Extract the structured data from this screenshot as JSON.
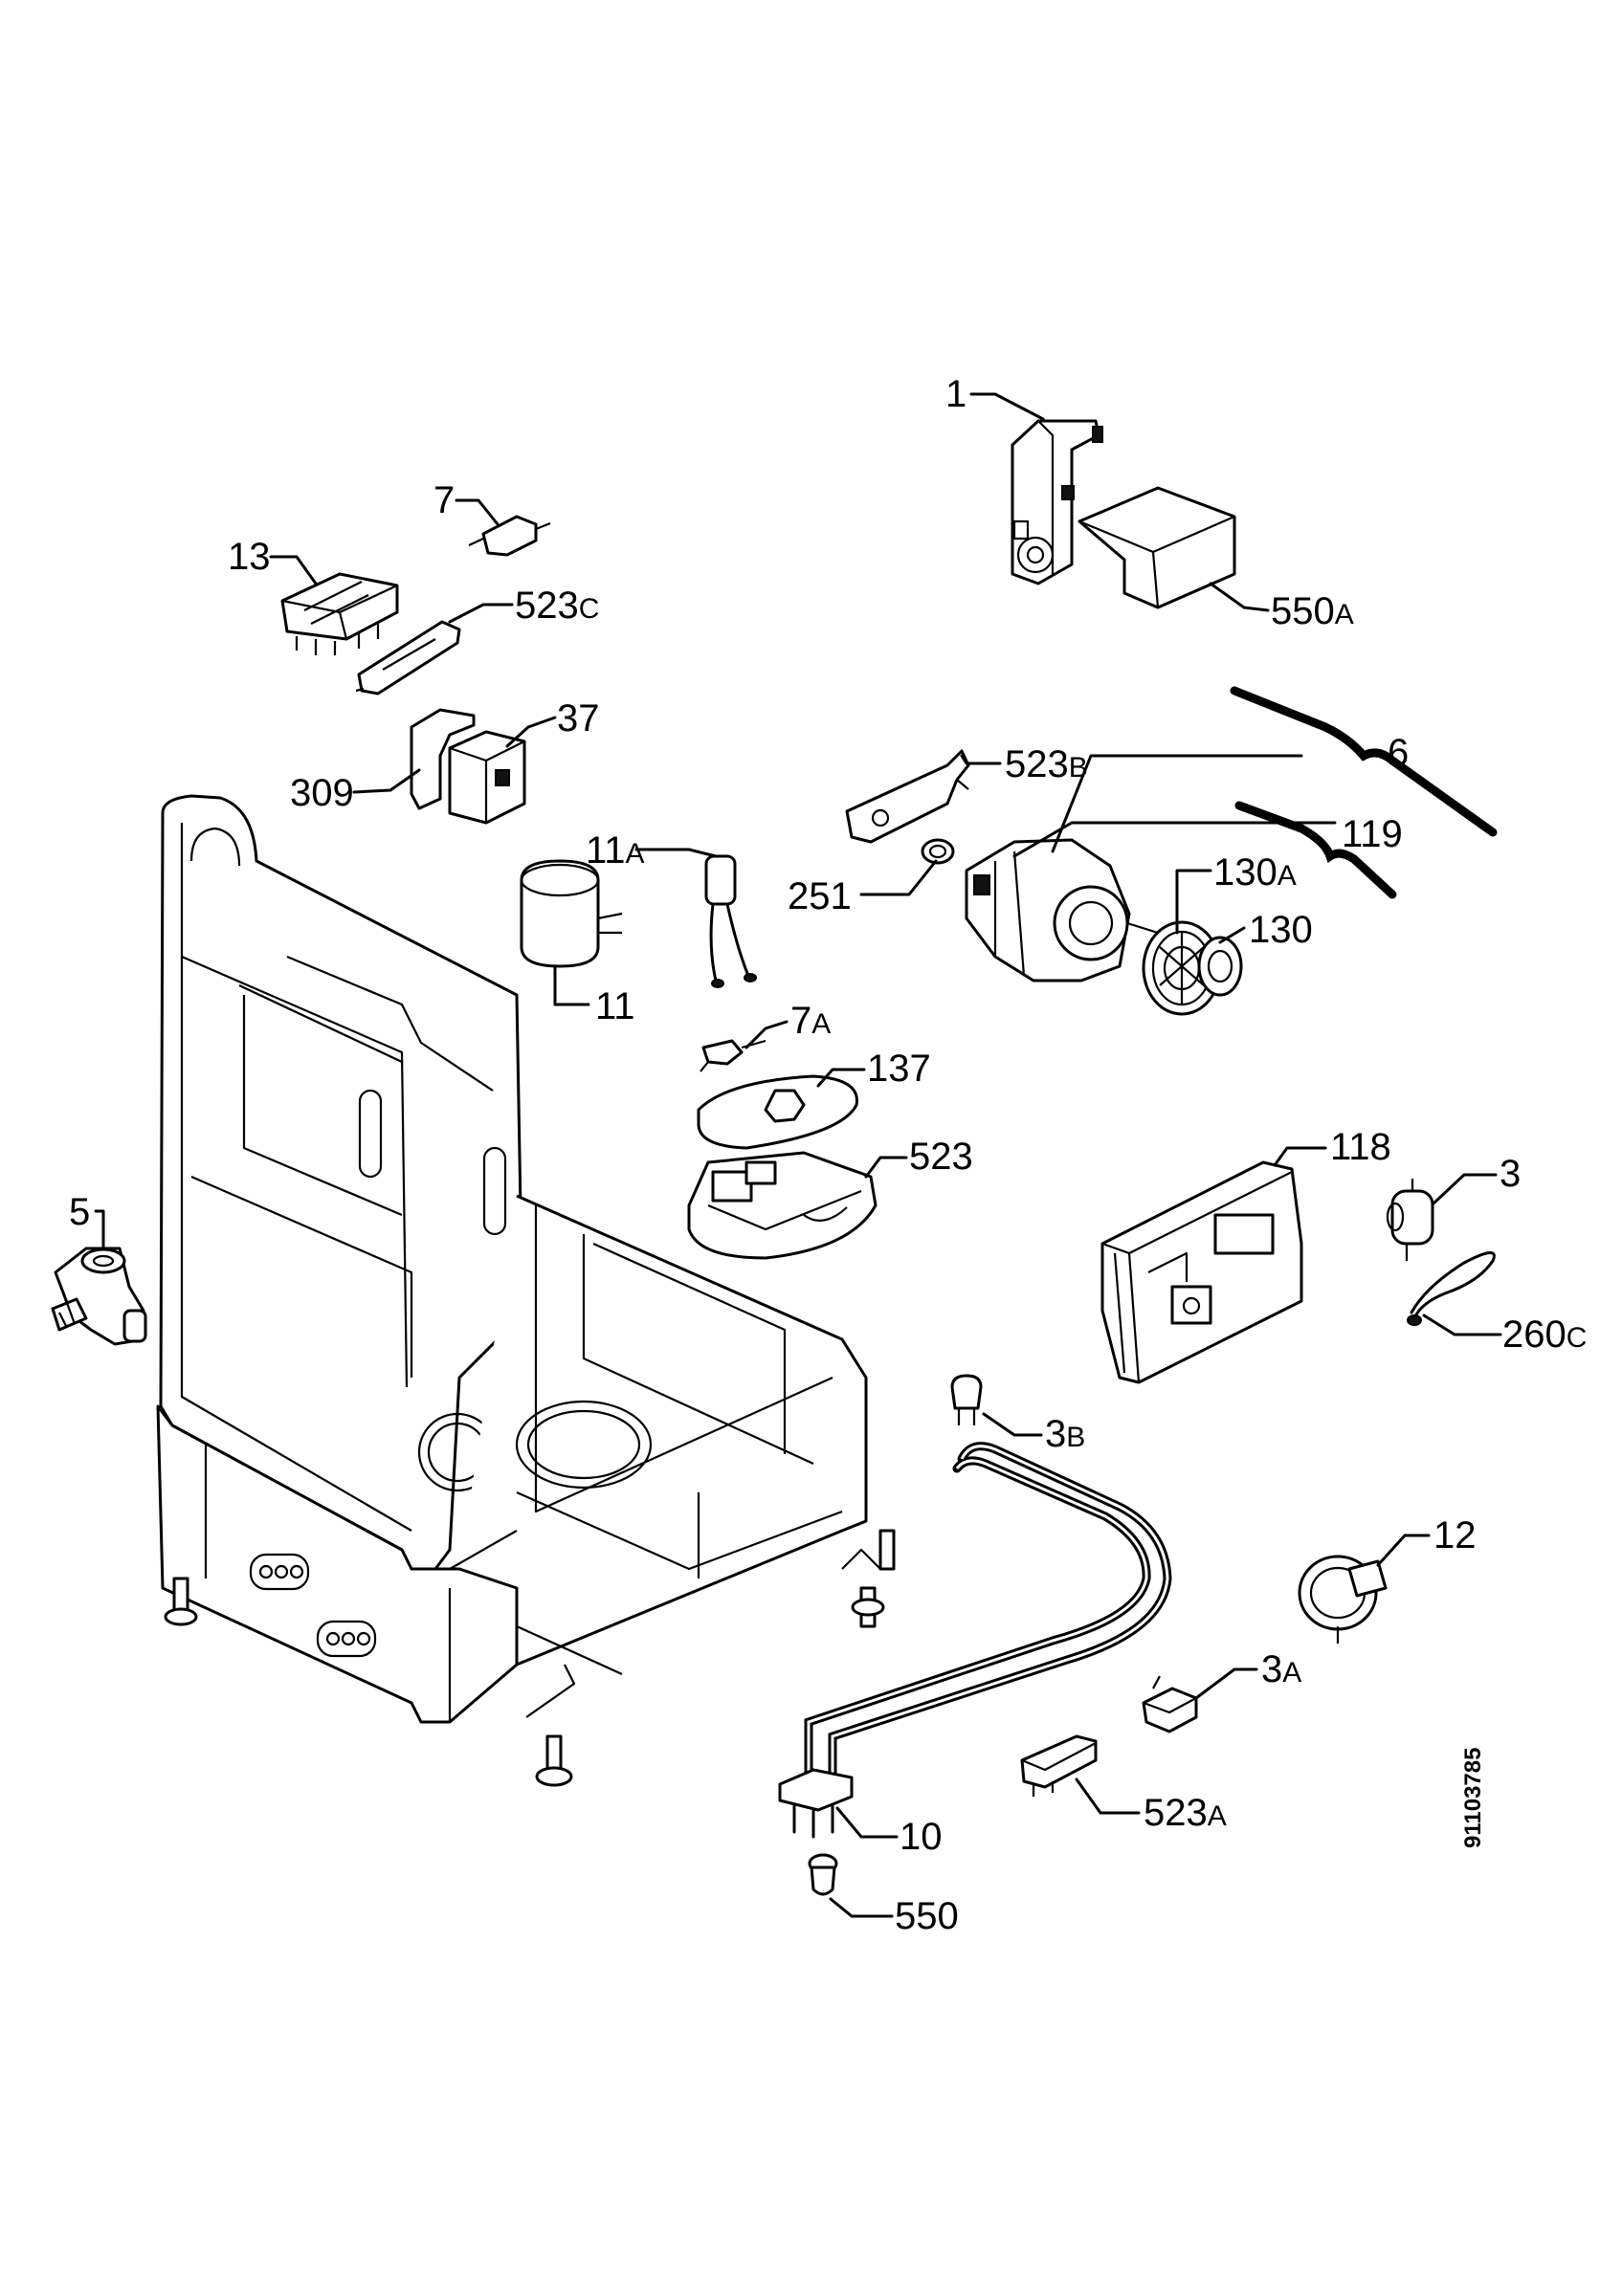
{
  "labels": {
    "l1": {
      "n": "1",
      "s": ""
    },
    "l550a": {
      "n": "550",
      "s": "A"
    },
    "l7": {
      "n": "7",
      "s": ""
    },
    "l13": {
      "n": "13",
      "s": ""
    },
    "l523c": {
      "n": "523",
      "s": "C"
    },
    "l37": {
      "n": "37",
      "s": ""
    },
    "l309": {
      "n": "309",
      "s": ""
    },
    "l6": {
      "n": "6",
      "s": ""
    },
    "l523b": {
      "n": "523",
      "s": "B"
    },
    "l119": {
      "n": "119",
      "s": ""
    },
    "l11a": {
      "n": "11",
      "s": "A"
    },
    "l251": {
      "n": "251",
      "s": ""
    },
    "l130a": {
      "n": "130",
      "s": "A"
    },
    "l130": {
      "n": "130",
      "s": ""
    },
    "l11": {
      "n": "11",
      "s": ""
    },
    "l7a": {
      "n": "7",
      "s": "A"
    },
    "l137": {
      "n": "137",
      "s": ""
    },
    "l523": {
      "n": "523",
      "s": ""
    },
    "l118": {
      "n": "118",
      "s": ""
    },
    "l3": {
      "n": "3",
      "s": ""
    },
    "l5": {
      "n": "5",
      "s": ""
    },
    "l260c": {
      "n": "260",
      "s": "C"
    },
    "l3b": {
      "n": "3",
      "s": "B"
    },
    "l12": {
      "n": "12",
      "s": ""
    },
    "l3a": {
      "n": "3",
      "s": "A"
    },
    "l523a": {
      "n": "523",
      "s": "A"
    },
    "l10": {
      "n": "10",
      "s": ""
    },
    "l550": {
      "n": "550",
      "s": ""
    }
  },
  "doc_id": "91103785"
}
